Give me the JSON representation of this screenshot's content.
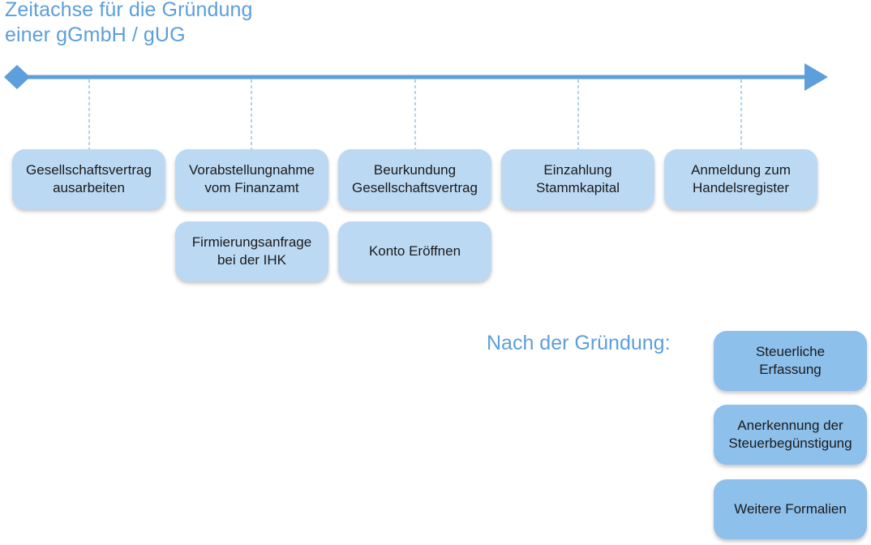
{
  "title": {
    "line1": "Zeitachse für die Gründung",
    "line2": "einer gGmbH / gUG"
  },
  "colors": {
    "accent": "#5c9fdb",
    "box_light": "#bcd9f4",
    "box_mid": "#8ec0ec"
  },
  "steps": [
    {
      "label": "Gesellschaftsvertrag\nausarbeiten"
    },
    {
      "label": "Vorabstellungnahme\nvom Finanzamt"
    },
    {
      "label": "Firmierungsanfrage\nbei der IHK"
    },
    {
      "label": "Beurkundung\nGesellschaftsvertrag"
    },
    {
      "label": "Konto Eröffnen"
    },
    {
      "label": "Einzahlung\nStammkapital"
    },
    {
      "label": "Anmeldung zum\nHandelsregister"
    }
  ],
  "after": {
    "label": "Nach der Gründung:",
    "items": [
      {
        "label": "Steuerliche\nErfassung"
      },
      {
        "label": "Anerkennung der\nSteuerbegünstigung"
      },
      {
        "label": "Weitere Formalien"
      }
    ]
  }
}
